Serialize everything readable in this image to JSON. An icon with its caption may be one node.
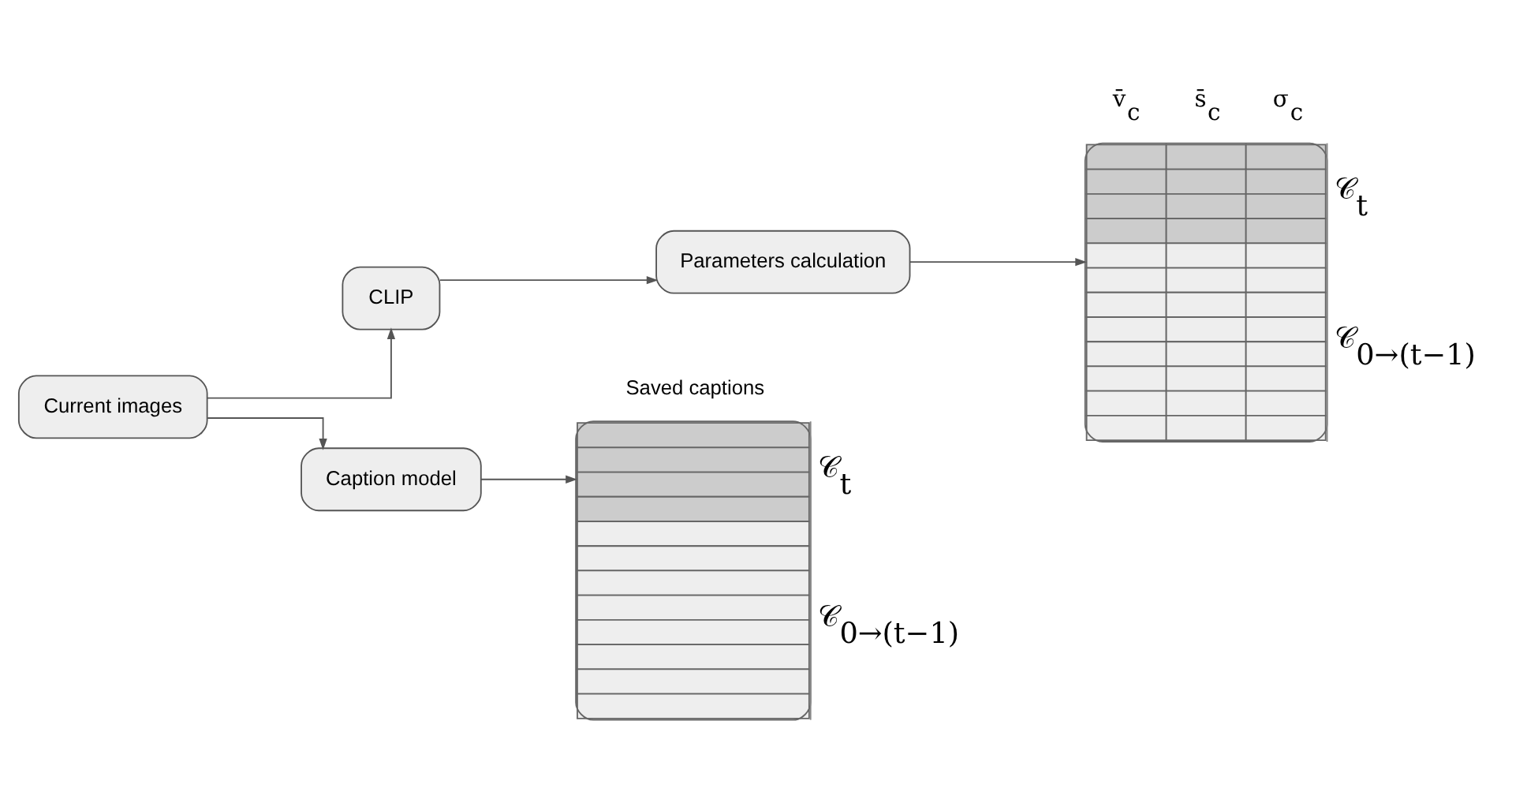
{
  "diagram": {
    "nodes": [
      {
        "text": [
          "Current images"
        ]
      },
      {
        "text": [
          "CLIP"
        ]
      },
      {
        "text": [
          "Parameters calculation"
        ]
      },
      {
        "text": [
          "v̄$_{c}$",
          "s̄$_{c}$",
          "σ$_{c}$"
        ],
        "beside": [
          "𝒞$_{t}$",
          "𝒞$_{0→(t−1)}$"
        ]
      },
      {
        "text": [
          "Caption model"
        ]
      },
      {
        "text": [
          "Saved captions"
        ],
        "beside": [
          "𝒞$_{t}$",
          "𝒞$_{0→(t−1)}$"
        ]
      }
    ],
    "edges": [
      {
        "from": 0,
        "to": 1,
        "arrow": "to"
      },
      {
        "from": 1,
        "to": 2,
        "arrow": "to"
      },
      {
        "from": 2,
        "to": 3,
        "arrow": "to"
      },
      {
        "from": 0,
        "to": 4,
        "arrow": "to"
      },
      {
        "from": 4,
        "to": 5,
        "arrow": "to"
      }
    ]
  }
}
